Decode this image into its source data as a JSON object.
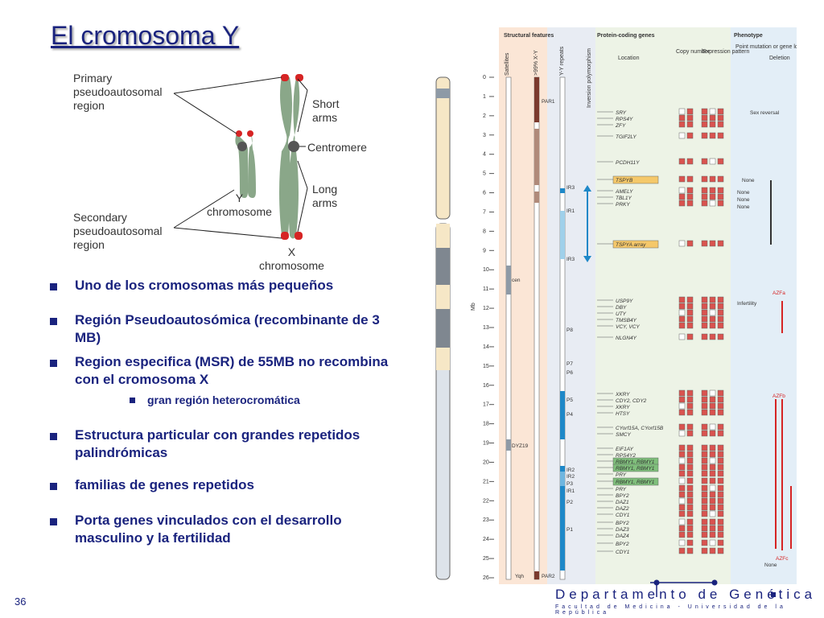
{
  "title": "El cromosoma Y",
  "figure": {
    "primary_label": "Primary\npseudoautosomal\nregion",
    "short_arms": "Short\narms",
    "centromere": "Centromere",
    "long_arms": "Long\narms",
    "y_chrom": "Y\nchromosome",
    "secondary_label": "Secondary\npseudoautosomal\nregion",
    "x_chrom": "X\nchromosome"
  },
  "bullets": [
    "Uno de los cromosomas más pequeños",
    "Región Pseudoautosómica (recombinante de 3 MB)",
    "Region especifica (MSR) de 55MB no recombina con el cromosoma X",
    "Estructura particular con grandes repetidos palindrómicas",
    "familias de genes repetidos",
    "Porta genes vinculados con el desarrollo masculino y la fertilidad"
  ],
  "sub_bullet": "gran región heterocromática",
  "page_number": "36",
  "footer": {
    "dept": "Departamento de Genética",
    "faculty": "Facultad de Medicina - Universidad de la República"
  },
  "panel": {
    "headers": [
      "Structural features",
      "Protein-coding genes",
      "Phenotype"
    ],
    "subheaders": [
      "Satellites",
      ">99% X-Y",
      "Y-Y repeats",
      "Inversion polymorphism",
      "Location",
      "Copy number",
      "Expression pattern",
      "Point mutation or gene loss",
      "Deletion"
    ],
    "mb_label": "Mb",
    "ticks": [
      "0",
      "1",
      "2",
      "3",
      "4",
      "5",
      "6",
      "7",
      "8",
      "9",
      "10",
      "11",
      "12",
      "13",
      "14",
      "15",
      "16",
      "17",
      "18",
      "19",
      "20",
      "21",
      "22",
      "23",
      "24",
      "25",
      "26"
    ],
    "genes": [
      "SRY",
      "RPS4Y",
      "ZFY",
      "TGIF2LY",
      "PCDH11Y",
      "TSPYB",
      "AMELY",
      "TBL1Y",
      "PRKY",
      "TSPYA array",
      "USP9Y",
      "DBY",
      "UTY",
      "TMSB4Y",
      "VCY, VCY",
      "NLGN4Y",
      "XKRY",
      "CDY2, CDY2",
      "XKRY",
      "HTSY",
      "CYorf15A, CYorf15B",
      "SMCY",
      "EIF1AY",
      "RPS4Y2",
      "RBMY1, RBMY1",
      "RBMY1, RBMY1",
      "PRY",
      "RBMY1, RBMY1",
      "PRY",
      "BPY2",
      "DAZ1",
      "DAZ2",
      "CDY1",
      "BPY2",
      "DAZ3",
      "DAZ4",
      "BPY2",
      "CDY1"
    ],
    "repeats": [
      "PAR1",
      "IR3",
      "IR1",
      "IR3",
      "P8",
      "P7",
      "P6",
      "P5",
      "P4",
      "IR2",
      "IR2",
      "P3",
      "IR1",
      "P2",
      "P1",
      "PAR2"
    ],
    "satellites": [
      "cen",
      "DYZ19",
      "Yqh"
    ],
    "phenotypes": [
      "Sex reversal",
      "None",
      "None",
      "None",
      "None",
      "Infertility",
      "None"
    ],
    "azf": [
      "AZFa",
      "AZFb",
      "AZFc"
    ]
  }
}
